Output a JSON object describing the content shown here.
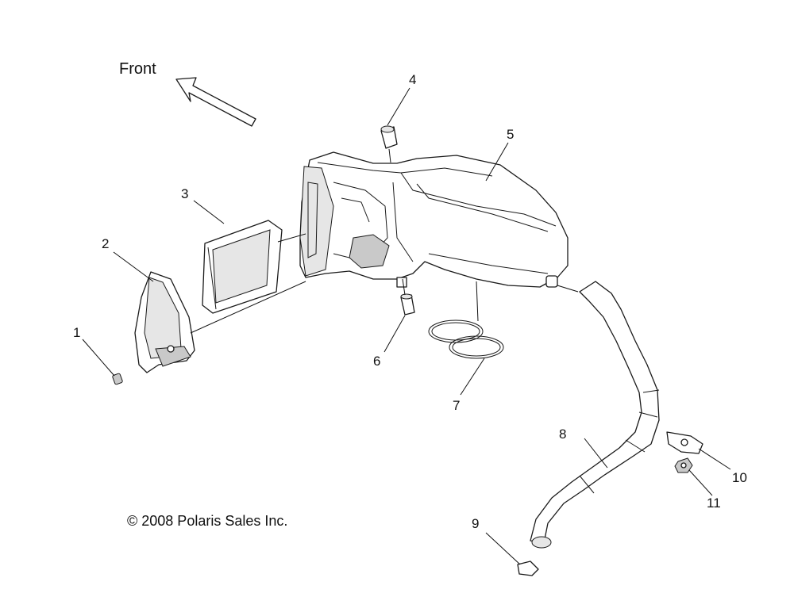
{
  "diagram": {
    "direction_label": "Front",
    "copyright": "© 2008 Polaris Sales Inc.",
    "callouts": [
      "1",
      "2",
      "3",
      "4",
      "5",
      "6",
      "7",
      "8",
      "9",
      "10",
      "11"
    ]
  }
}
